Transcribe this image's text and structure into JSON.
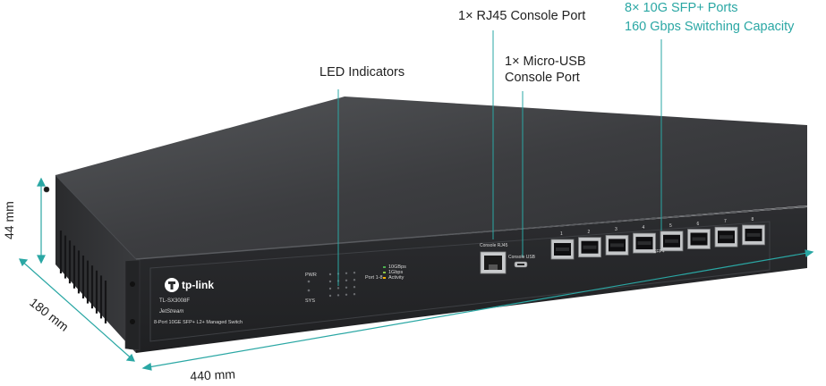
{
  "callouts": {
    "led_indicators": "LED Indicators",
    "rj45_console": "1× RJ45 Console Port",
    "micro_usb_line1": "1× Micro-USB",
    "micro_usb_line2": "Console Port",
    "sfp_ports": "8× 10G SFP+ Ports",
    "switching_capacity": "160 Gbps Switching Capacity"
  },
  "dimensions": {
    "height": "44 mm",
    "depth": "180 mm",
    "width": "440 mm"
  },
  "device": {
    "brand": "tp-link",
    "model": "TL-SX3008F",
    "series": "JetStream",
    "description": "8-Port 10GE SFP+ L2+ Managed Switch",
    "console_label": "Console RJ45",
    "usb_label": "Console USB",
    "port_group_label": "Port 1-8",
    "led_legend": [
      "10GBps",
      "1Gbps",
      "Activity"
    ],
    "sys_labels": [
      "PWR",
      "SYS"
    ],
    "sfp_label": "SFP+",
    "port_numbers": [
      "1",
      "2",
      "3",
      "4",
      "5",
      "6",
      "7",
      "8"
    ]
  },
  "colors": {
    "accent": "#2aa7a4",
    "chassis_top": "#3a3b3d",
    "chassis_front": "#2b2c2e",
    "led_green": "#4caf50"
  }
}
